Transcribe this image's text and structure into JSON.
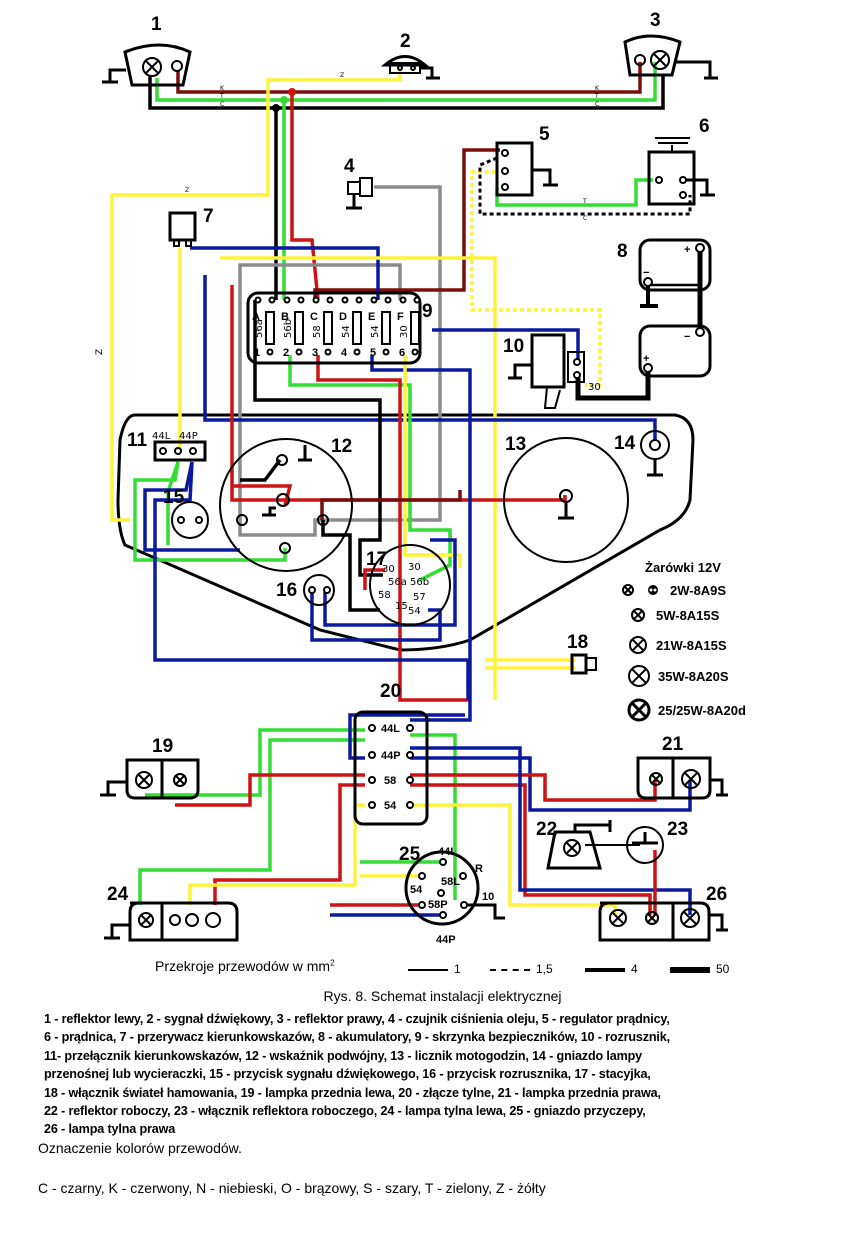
{
  "diagram": {
    "component_numbers": [
      "1",
      "2",
      "3",
      "4",
      "5",
      "6",
      "7",
      "8",
      "9",
      "10",
      "11",
      "12",
      "13",
      "14",
      "15",
      "16",
      "17",
      "18",
      "19",
      "20",
      "21",
      "22",
      "23",
      "24",
      "25",
      "26"
    ],
    "fuse_box": {
      "fuses": [
        {
          "letter": "A",
          "circuit": "56a",
          "terminal": "1"
        },
        {
          "letter": "B",
          "circuit": "56b",
          "terminal": "2"
        },
        {
          "letter": "C",
          "circuit": "58",
          "terminal": "3"
        },
        {
          "letter": "D",
          "circuit": "54",
          "terminal": "4"
        },
        {
          "letter": "E",
          "circuit": "54",
          "terminal": "5"
        },
        {
          "letter": "F",
          "circuit": "30",
          "terminal": "6"
        }
      ]
    },
    "starter_terminal": "30",
    "turn_switch_terminals": [
      "44L",
      "44P"
    ],
    "ignition_terminals": [
      "30",
      "30",
      "56a",
      "56b",
      "58",
      "57",
      "15",
      "54"
    ],
    "rear_connector_terminals": [
      "44L",
      "44P",
      "58",
      "54"
    ],
    "trailer_socket_terminals": [
      "44L",
      "R",
      "54",
      "58L",
      "58P",
      "10",
      "44P"
    ],
    "wire_color_codes": {
      "C": "#000000",
      "K": "#cc1414",
      "N": "#0a1a9e",
      "O": "#7a0d0d",
      "S": "#8c8c8c",
      "T": "#33dd33",
      "Z": "#fff23a"
    },
    "bulbs": {
      "title": "Żarówki 12V",
      "items": [
        "2W-8A9S",
        "5W-8A15S",
        "21W-8A15S",
        "35W-8A20S",
        "25/25W-8A20d"
      ]
    }
  },
  "cross_sections": {
    "label": "Przekroje przewodów  w mm",
    "label_sup": "2",
    "items": [
      "1",
      "1,5",
      "4",
      "50"
    ]
  },
  "caption": "Rys. 8.  Schemat instalacji elektrycznej",
  "parts_lines": [
    "1 - reflektor lewy,  2 - sygnał dźwiękowy,  3 - reflektor prawy,  4 - czujnik ciśnienia oleju, 5 - regulator prądnicy,",
    "6 - prądnica, 7 - przerywacz kierunkowskazów, 8 - akumulatory, 9 - skrzynka bezpieczników, 10 - rozrusznik,",
    "11- przełącznik kierunkowskazów, 12 - wskaźnik podwójny, 13 - licznik motogodzin, 14 - gniazdo lampy",
    "przenośnej lub wycieraczki, 15 - przycisk sygnału dźwiękowego, 16 - przycisk rozrusznika, 17 - stacyjka,",
    "18 - włącznik świateł hamowania, 19 - lampka przednia lewa, 20 - złącze tylne,  21 - lampka przednia prawa,",
    "22 - reflektor roboczy, 23 - włącznik reflektora roboczego,  24 - lampa tylna lewa, 25 - gniazdo przyczepy,",
    "26 - lampa tylna prawa"
  ],
  "colors_title": "Oznaczenie kolorów przewodów.",
  "colors_legend": "C - czarny,  K - czerwony,   N - niebieski,  O - brązowy,  S - szary,  T - zielony,  Z - żółty"
}
